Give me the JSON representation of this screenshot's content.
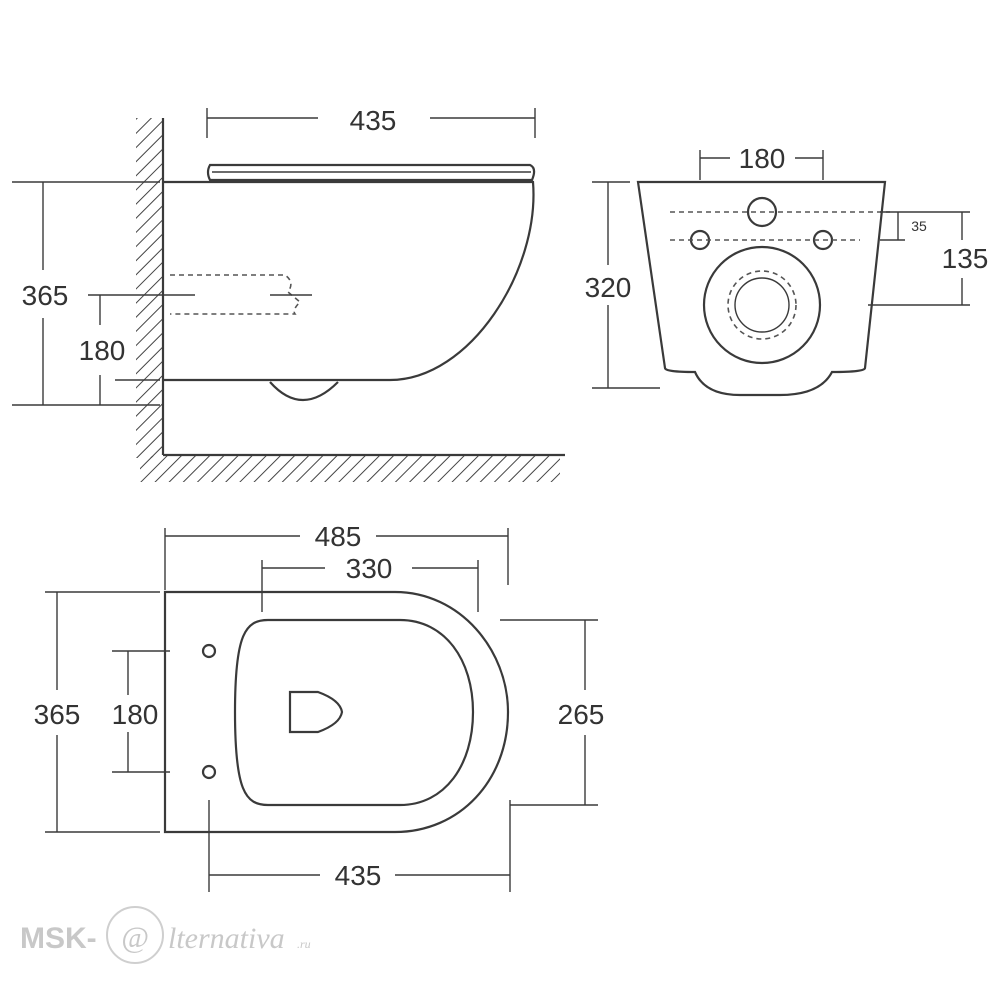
{
  "side_view": {
    "width_top": "435",
    "height_total": "365",
    "outlet_height": "180"
  },
  "front_view": {
    "hole_spacing": "180",
    "height_total": "320",
    "small_offset": "35",
    "mount_height": "135"
  },
  "top_view": {
    "total_length": "485",
    "seat_width": "330",
    "total_width": "365",
    "hole_spacing": "180",
    "bowl_width": "265",
    "bottom_length": "435"
  },
  "watermark": {
    "prefix": "MSK-",
    "at": "@",
    "rest": "lternativa",
    "suffix": ".ru"
  }
}
